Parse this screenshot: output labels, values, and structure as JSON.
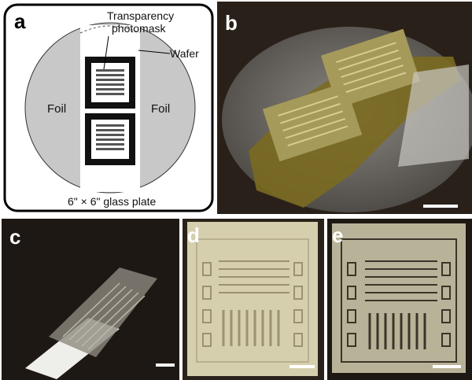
{
  "panels": {
    "a": {
      "label": "a",
      "transparency_label": "Transparency",
      "photomask_label": "photomask",
      "wafer_label": "Wafer",
      "foil_left": "Foil",
      "foil_right": "Foil",
      "plate_label": "6\" × 6\" glass plate"
    },
    "b": {
      "label": "b"
    },
    "c": {
      "label": "c"
    },
    "d": {
      "label": "d"
    },
    "e": {
      "label": "e"
    }
  },
  "colors": {
    "foil_gray": "#c8c8c8",
    "wafer_dark": "#5a5652",
    "gold_film": "#8a7a2a",
    "background_dark": "#2a201a",
    "pdms_clear": "#d8d2b8"
  }
}
